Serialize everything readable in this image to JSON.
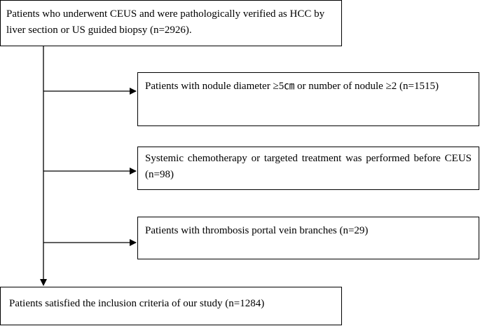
{
  "flowchart": {
    "top_box": "Patients who underwent CEUS and were pathologically verified as HCC by liver section or US guided biopsy (n=2926).",
    "exclusion_1": "Patients with nodule diameter ≥5㎝ or number of nodule ≥2 (n=1515)",
    "exclusion_2": "Systemic chemotherapy or targeted treatment was performed before CEUS (n=98)",
    "exclusion_3": "Patients with thrombosis portal vein branches (n=29)",
    "final_box": "Patients satisfied the inclusion criteria of our study (n=1284)"
  },
  "colors": {
    "line": "#000000",
    "box_border": "#000000",
    "background": "#ffffff"
  }
}
